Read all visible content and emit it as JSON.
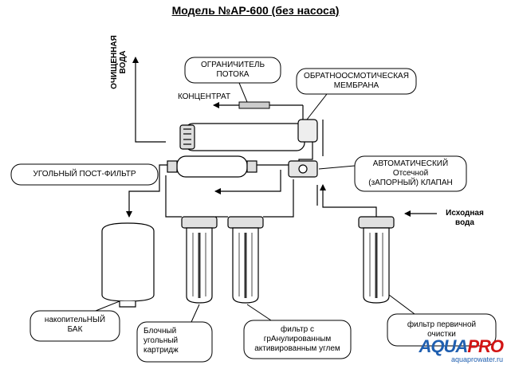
{
  "title": "Модель №АР-600 (без насоса)",
  "labels": {
    "purified_water": [
      "ОЧИЩЕННАЯ",
      "ВОДА"
    ],
    "flow_restrictor": [
      "ОГРАНИЧИТЕЛЬ",
      "ПОТОКА"
    ],
    "concentrate": "КОНЦЕНТРАТ",
    "ro_membrane": [
      "ОБРАТНООСМОТИЧЕСКАЯ",
      "МЕМБРАНА"
    ],
    "carbon_postfilter": "УГОЛЬНЫЙ ПОСТ-ФИЛЬТР",
    "auto_valve": [
      "АВТОМАТИЧЕСКИЙ",
      "Отсечной",
      "(зАПОРНЫЙ) КЛАПАН"
    ],
    "source_water": [
      "Исходная",
      "вода"
    ],
    "storage_tank": [
      "накопительНЫЙ",
      "БАК"
    ],
    "block_cartridge": [
      "Блочный",
      "угольный",
      "картридж"
    ],
    "granular_filter": [
      "фильтр с",
      "грАнулированным",
      "активированным углем"
    ],
    "prefilter": [
      "фильтр первичной",
      "очистки"
    ]
  },
  "logo": {
    "main_a": "AQUA",
    "main_b": "PRO",
    "sub": "aquaprowater.ru"
  }
}
